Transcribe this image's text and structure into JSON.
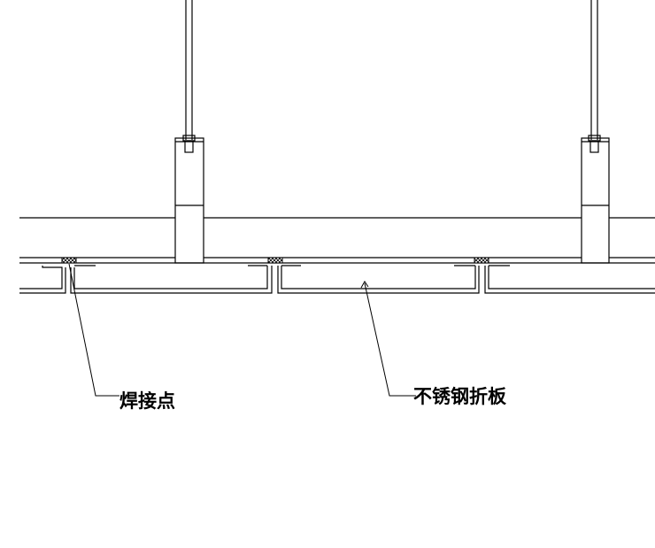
{
  "drawing": {
    "title": "Stainless steel folded panel ceiling section detail",
    "background": "#ffffff",
    "line_color": "#000000",
    "hatch_color": "#000000"
  },
  "annotations": [
    {
      "id": "weld",
      "text": "焊接点"
    },
    {
      "id": "panel",
      "text": "不锈钢折板"
    }
  ]
}
